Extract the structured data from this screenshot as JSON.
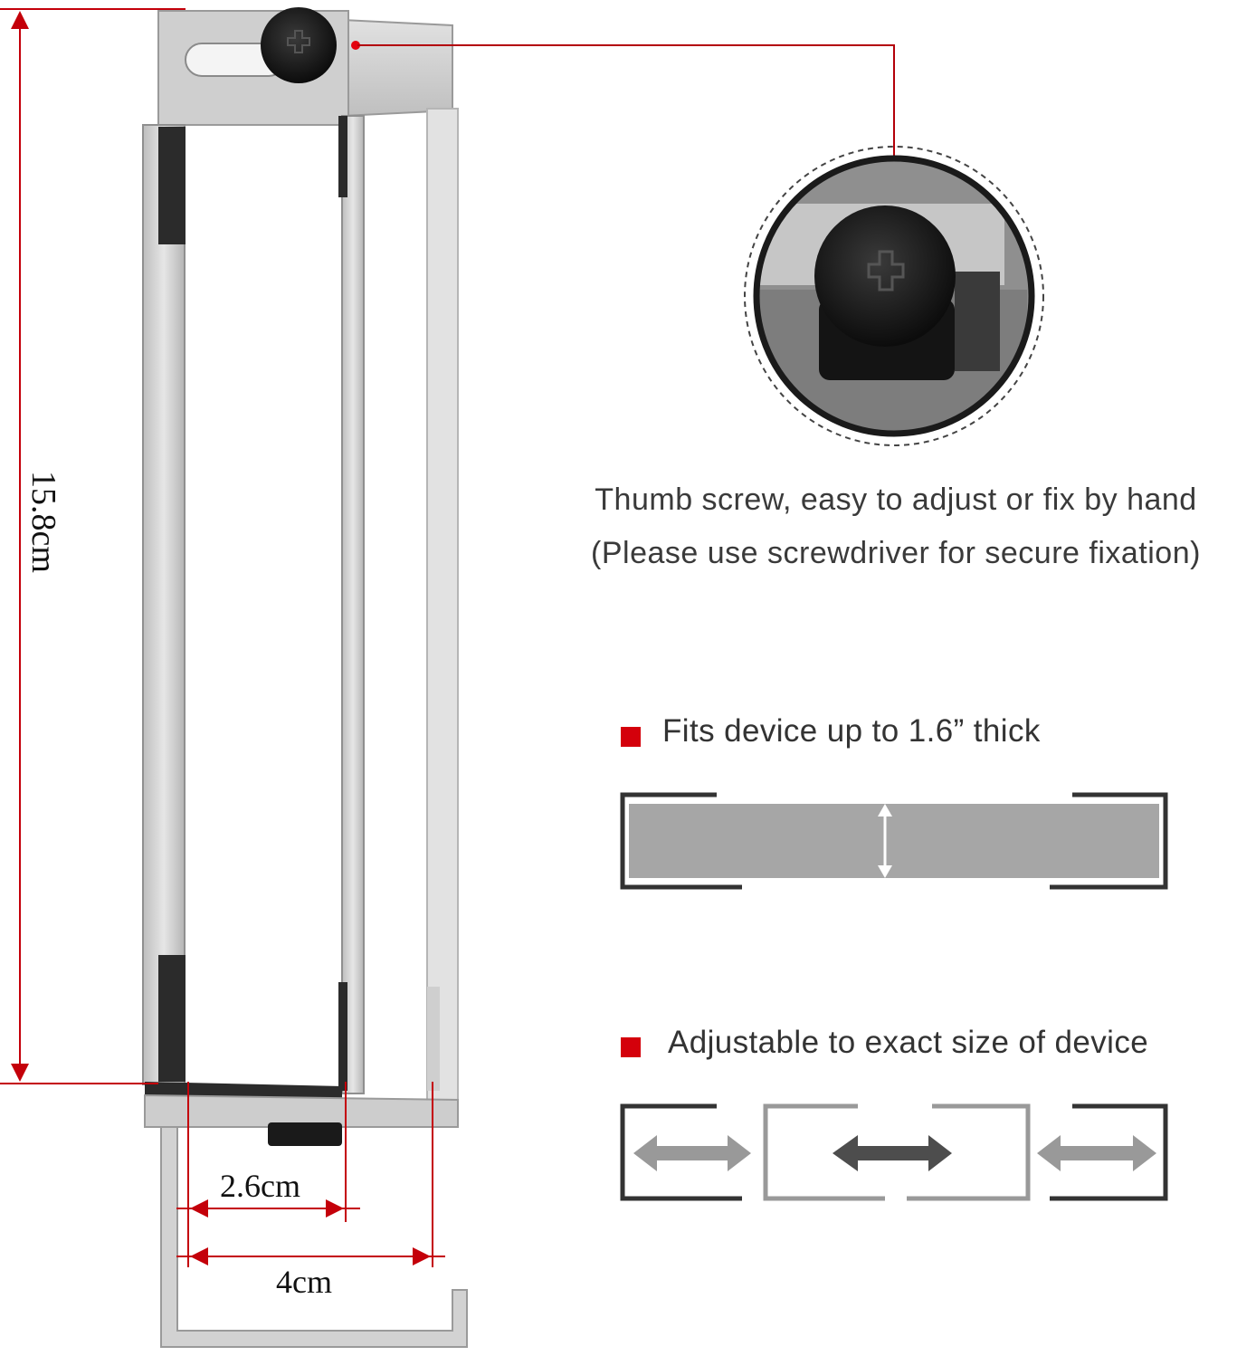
{
  "dimensions": {
    "height_label": "15.8cm",
    "inner_width_label": "2.6cm",
    "outer_width_label": "4cm"
  },
  "callout": {
    "line1": "Thumb screw, easy to adjust or fix by hand",
    "line2": "(Please use screwdriver for secure fixation)"
  },
  "features": [
    {
      "label": "Fits device up to 1.6” thick"
    },
    {
      "label": "Adjustable to exact size of device"
    }
  ],
  "colors": {
    "accent": "#d4000b",
    "metal": "#c9c9c9",
    "frame_dark": "#333333",
    "device_gray": "#a6a6a6"
  },
  "icons": [
    "thumb-screw-icon",
    "double-arrow-icon"
  ]
}
